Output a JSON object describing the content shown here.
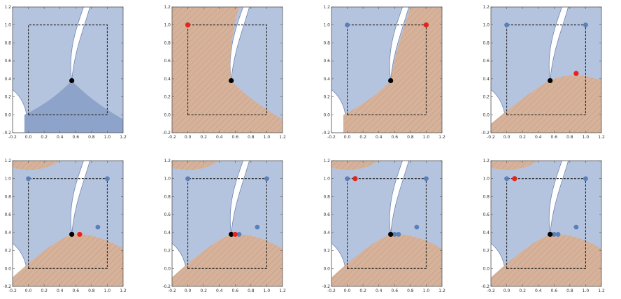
{
  "ticks": {
    "x": [
      "-0.2",
      "0.0",
      "0.2",
      "0.4",
      "0.6",
      "0.8",
      "1.0",
      "1.2"
    ],
    "y": [
      "-0.2",
      "0.0",
      "0.2",
      "0.4",
      "0.6",
      "0.8",
      "1.0",
      "1.2"
    ]
  },
  "colors": {
    "blue_fill": "#b5c4de",
    "blue_dark": "#8ea3c9",
    "orange_fill": "#d6b29b",
    "boundary": "#6f86b3",
    "blue_point": "#5b7fb8",
    "red_point": "#e8231a",
    "black_point": "#000000"
  },
  "chart_data": {
    "type": "diagram",
    "axis_range": {
      "x": [
        -0.2,
        1.2
      ],
      "y": [
        -0.2,
        1.2
      ]
    },
    "square": [
      [
        0,
        0
      ],
      [
        1,
        0
      ],
      [
        1,
        1
      ],
      [
        0,
        1
      ]
    ],
    "center_point": [
      0.55,
      0.38
    ],
    "panels": [
      {
        "blue_points": [],
        "red_point": null,
        "orange_region": "none"
      },
      {
        "blue_points": [],
        "red_point": [
          0.0,
          1.0
        ],
        "orange_region": "left"
      },
      {
        "blue_points": [
          [
            0.0,
            1.0
          ]
        ],
        "red_point": [
          1.0,
          1.0
        ],
        "orange_region": "right"
      },
      {
        "blue_points": [
          [
            0.0,
            1.0
          ],
          [
            1.0,
            1.0
          ]
        ],
        "red_point": [
          0.88,
          0.46
        ],
        "orange_region": "bump_right"
      },
      {
        "blue_points": [
          [
            0.0,
            1.0
          ],
          [
            1.0,
            1.0
          ],
          [
            0.88,
            0.46
          ]
        ],
        "red_point": [
          0.65,
          0.38
        ],
        "orange_region": "bump"
      },
      {
        "blue_points": [
          [
            0.0,
            1.0
          ],
          [
            1.0,
            1.0
          ],
          [
            0.88,
            0.46
          ],
          [
            0.65,
            0.38
          ]
        ],
        "red_point": [
          0.6,
          0.38
        ],
        "orange_region": "bump"
      },
      {
        "blue_points": [
          [
            0.0,
            1.0
          ],
          [
            1.0,
            1.0
          ],
          [
            0.88,
            0.46
          ],
          [
            0.65,
            0.38
          ],
          [
            0.6,
            0.38
          ]
        ],
        "red_point": [
          0.1,
          1.0
        ],
        "orange_region": "bump"
      },
      {
        "blue_points": [
          [
            0.0,
            1.0
          ],
          [
            1.0,
            1.0
          ],
          [
            0.88,
            0.46
          ],
          [
            0.65,
            0.38
          ],
          [
            0.6,
            0.38
          ]
        ],
        "red_point": [
          0.1,
          1.0
        ],
        "orange_region": "bump"
      }
    ]
  }
}
